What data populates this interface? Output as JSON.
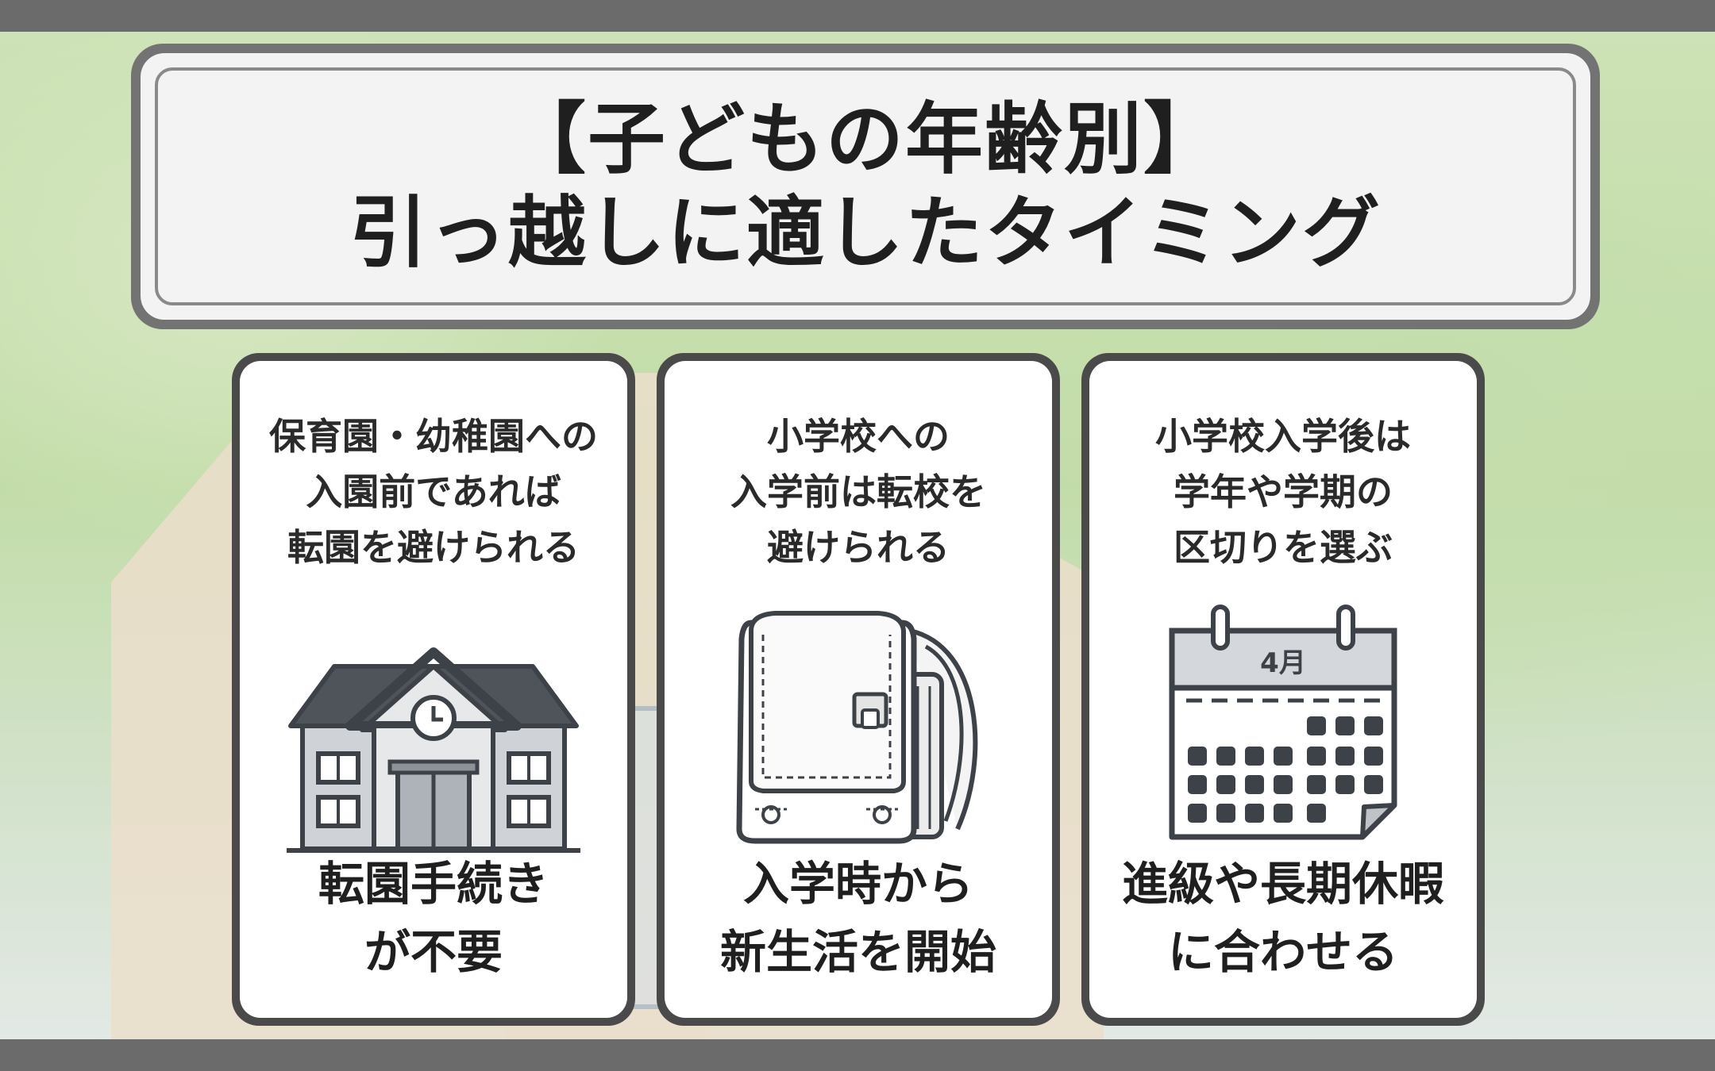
{
  "title": {
    "line1": "【子どもの年齢別】",
    "line2": "引っ越しに適したタイミング"
  },
  "cards": [
    {
      "lines": [
        "保育園・幼稚園への",
        "入園前であれば",
        "転園を避けられる"
      ],
      "icon": "school-building-icon",
      "bottom": [
        "転園手続き",
        "が不要"
      ]
    },
    {
      "lines": [
        "小学校への",
        "入学前は転校を",
        "避けられる"
      ],
      "icon": "randoseru-backpack-icon",
      "bottom": [
        "入学時から",
        "新生活を開始"
      ]
    },
    {
      "lines": [
        "小学校入学後は",
        "学年や学期の",
        "区切りを選ぶ"
      ],
      "icon": "calendar-icon",
      "calendar_label": "4月",
      "bottom": [
        "進級や長期休暇",
        "に合わせる"
      ]
    }
  ],
  "colors": {
    "frame": "#6b6b6b",
    "card_border": "#4a4a4a",
    "text": "#1f1f1f"
  }
}
